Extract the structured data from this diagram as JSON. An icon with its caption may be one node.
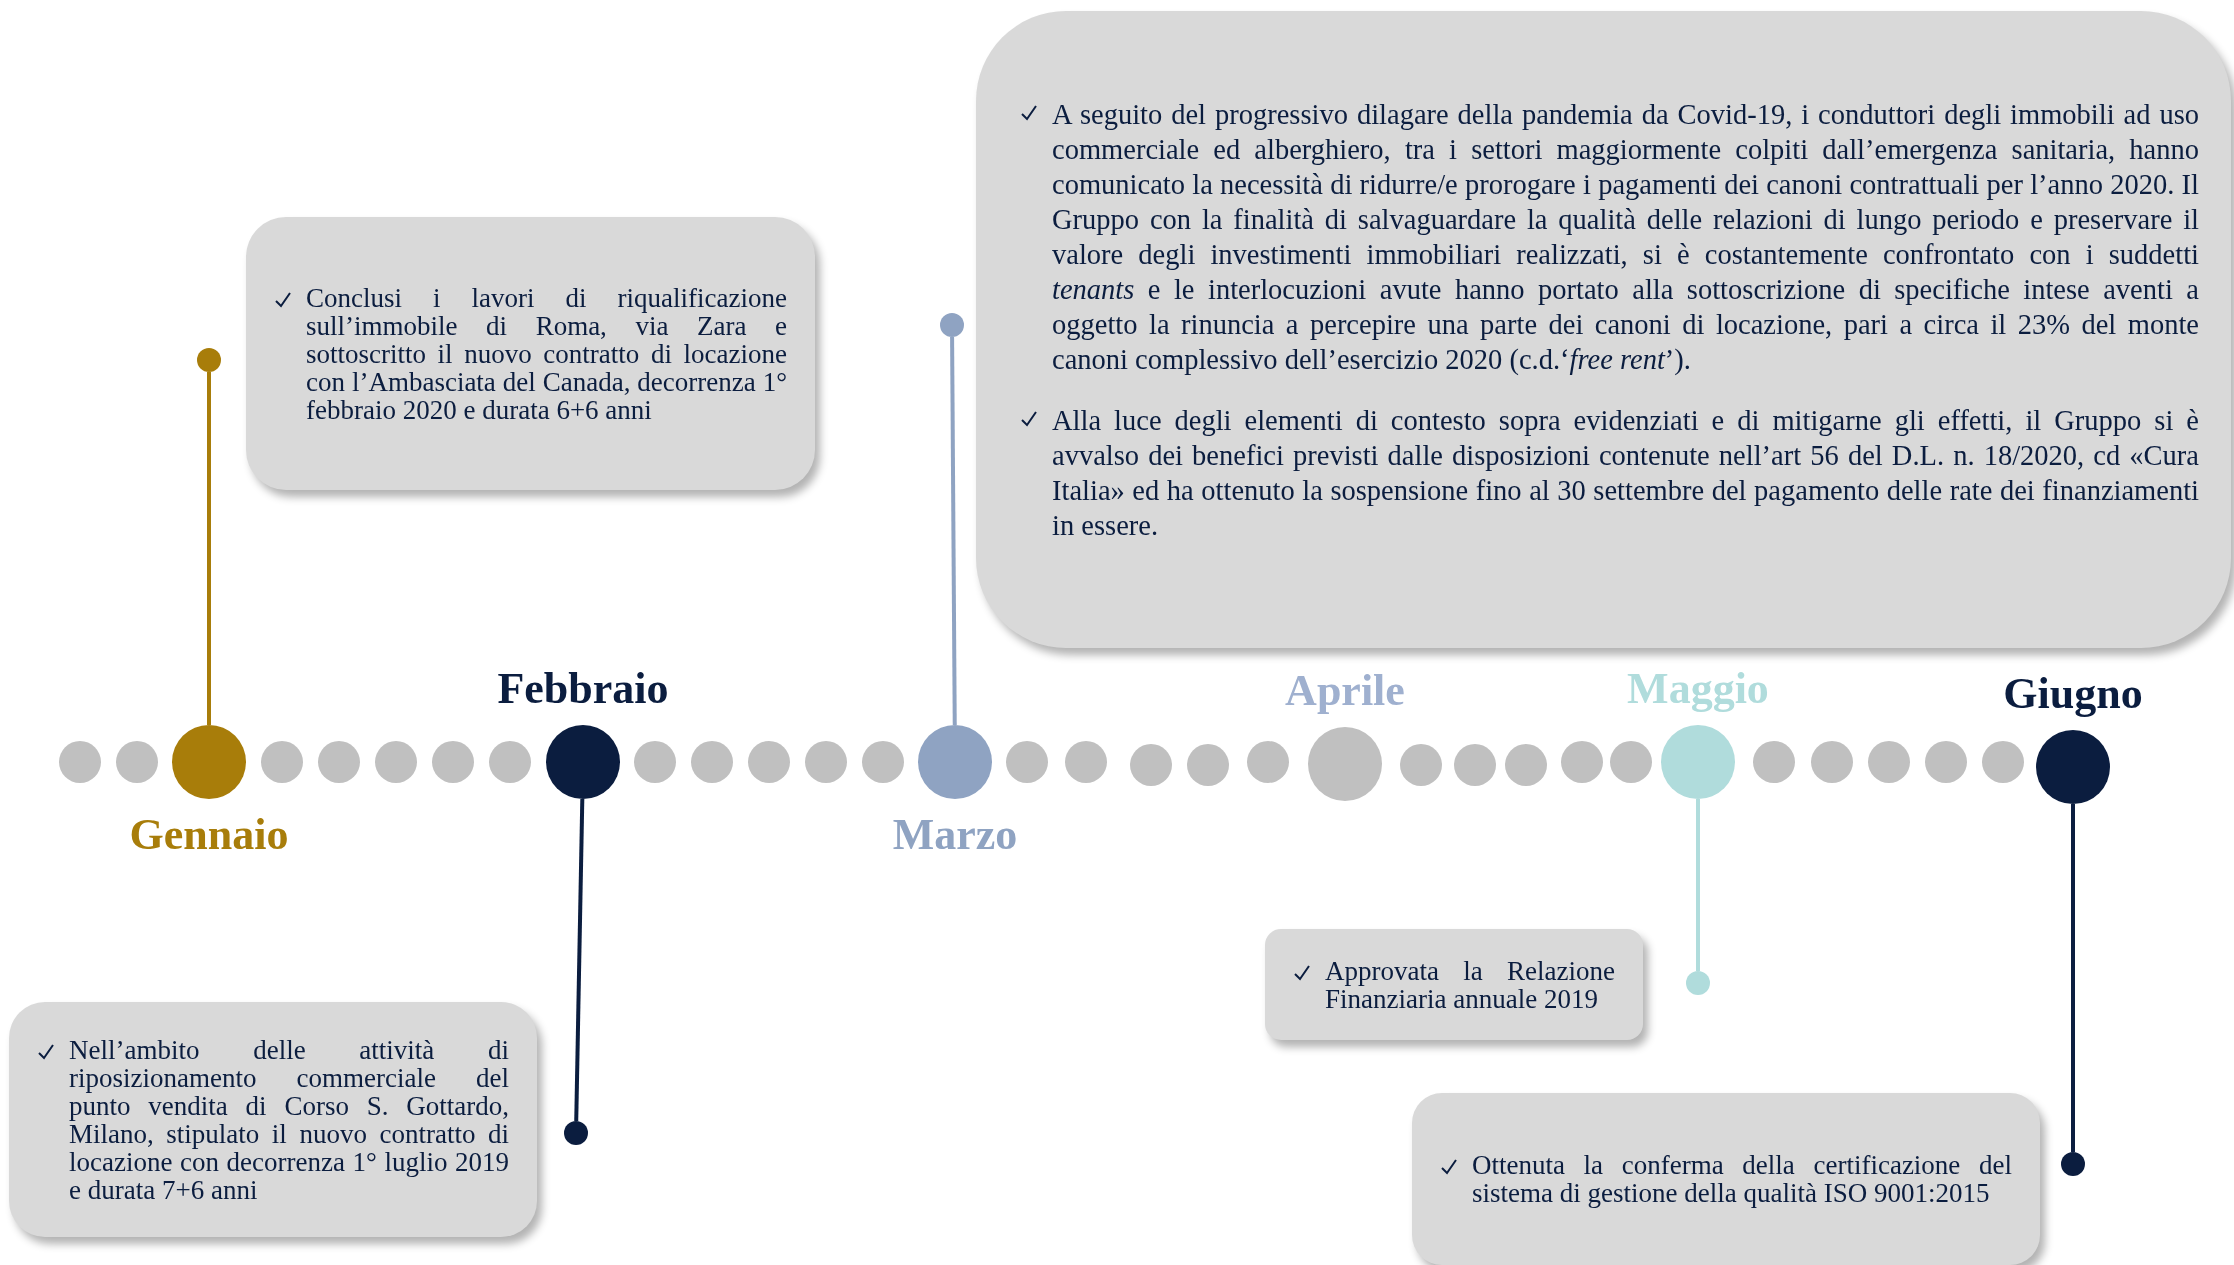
{
  "diagram": {
    "nodes": [
      {
        "text": [
          "Gennaio"
        ]
      },
      {
        "text": [
          "Febbraio"
        ]
      },
      {
        "text": [
          "Marzo"
        ]
      },
      {
        "text": [
          "Aprile"
        ]
      },
      {
        "text": [
          "Maggio"
        ]
      },
      {
        "text": [
          "Giugno"
        ]
      },
      {
        "text": [],
        "shape": "circle"
      },
      {
        "text": [],
        "shape": "circle"
      },
      {
        "text": [],
        "shape": "circle"
      },
      {
        "text": [],
        "shape": "circle"
      },
      {
        "text": [],
        "shape": "circle"
      },
      {
        "text": [
          "Conclusi i lavori di riqualificazione sull’immobile di Roma, via Zara e sottoscritto il nuovo contratto di locazione con l’Ambasciata del Canada, decorrenza 1° febbraio 2020 e durata 6+6 anni"
        ]
      },
      {
        "text": [
          "Nell’ambito delle attività di riposizionamento commerciale del punto vendita di Corso S. Gottardo, Milano, stipulato il nuovo contratto di locazione con decorrenza 1° luglio 2019 e durata 7+6 anni"
        ]
      },
      {
        "text": [
          "A seguito del progressivo dilagare della pandemia da Covid-19, i conduttori degli immobili ad uso commerciale ed alberghiero, tra i settori maggiormente colpiti dall’emergenza sanitaria, hanno comunicato la necessità di ridurre/e prorogare i pagamenti dei canoni contrattuali per l’anno 2020. Il Gruppo con la finalità di salvaguardare la qualità delle relazioni di lungo periodo e preservare il valore degli investimenti immobiliari realizzati, si è costantemente confrontato con i suddetti *tenants* e le interlocuzioni avute hanno portato alla sottoscrizione di specifiche intese aventi a oggetto la rinuncia a percepire una parte dei canoni di locazione, pari a circa il 23% del monte canoni complessivo dell’esercizio 2020 (c.d.‘*free rent*’).",
          "Alla luce degli elementi di contesto sopra evidenziati e di mitigarne gli effetti, il Gruppo si è avvalso dei benefici previsti dalle disposizioni contenute nell’art 56 del D.L. n. 18/2020, cd «Cura Italia» ed ha ottenuto la sospensione fino al 30 settembre del pagamento delle rate dei finanziamenti in essere."
        ]
      },
      {
        "text": [
          "Approvata la Relazione Finanziaria annuale 2019"
        ]
      },
      {
        "text": [
          "Ottenuta la conferma della certificazione del sistema di gestione della qualità ISO 9001:2015"
        ]
      },
      {
        "text": [],
        "shape": "circle"
      },
      {
        "text": [],
        "shape": "circle"
      },
      {
        "text": [],
        "shape": "circle"
      },
      {
        "text": [],
        "shape": "circle"
      },
      {
        "text": [],
        "shape": "circle"
      },
      {
        "text": [],
        "shape": "circle"
      },
      {
        "text": [],
        "shape": "circle"
      },
      {
        "text": [],
        "shape": "circle"
      },
      {
        "text": [],
        "shape": "circle"
      },
      {
        "text": [],
        "shape": "circle"
      },
      {
        "text": [],
        "shape": "circle"
      },
      {
        "text": [],
        "shape": "circle"
      },
      {
        "text": [],
        "shape": "circle"
      },
      {
        "text": [],
        "shape": "circle"
      },
      {
        "text": [],
        "shape": "circle"
      },
      {
        "text": [],
        "shape": "circle"
      },
      {
        "text": [],
        "shape": "circle"
      },
      {
        "text": [],
        "shape": "circle"
      },
      {
        "text": [],
        "shape": "circle"
      },
      {
        "text": [],
        "shape": "circle"
      },
      {
        "text": [],
        "shape": "circle"
      },
      {
        "text": [],
        "shape": "circle"
      },
      {
        "text": [],
        "shape": "circle"
      },
      {
        "text": [],
        "shape": "circle"
      },
      {
        "text": [],
        "shape": "circle"
      },
      {
        "text": [],
        "shape": "circle"
      },
      {
        "text": [],
        "shape": "circle"
      }
    ],
    "edges": [
      {
        "from": 0,
        "to": 6,
        "arrow": "none",
        "color": "#a87d0a"
      },
      {
        "from": 1,
        "to": 7,
        "arrow": "none",
        "color": "#0b1d3f"
      },
      {
        "from": 2,
        "to": 8,
        "arrow": "none",
        "color": "#8fa3c2"
      },
      {
        "from": 4,
        "to": 9,
        "arrow": "none",
        "color": "#b0dcdc"
      },
      {
        "from": 5,
        "to": 10,
        "arrow": "none",
        "color": "#0b1d3f"
      }
    ]
  }
}
